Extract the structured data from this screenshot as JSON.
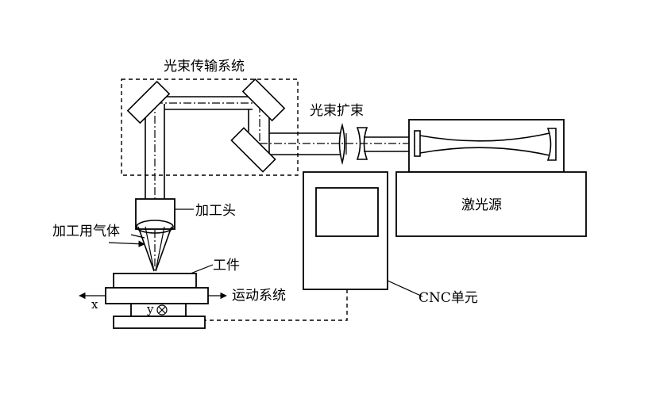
{
  "labels": {
    "beam_delivery": "光束传输系统",
    "beam_expander": "光束扩束",
    "laser_source": "激光源",
    "processing_head": "加工头",
    "process_gas": "加工用气体",
    "workpiece": "工件",
    "motion_system": "运动系统",
    "cnc_unit": "CNC单元",
    "x_axis": "x",
    "y_axis": "y"
  },
  "icons": {
    "y_axis_symbol": "circle-cross-icon"
  }
}
